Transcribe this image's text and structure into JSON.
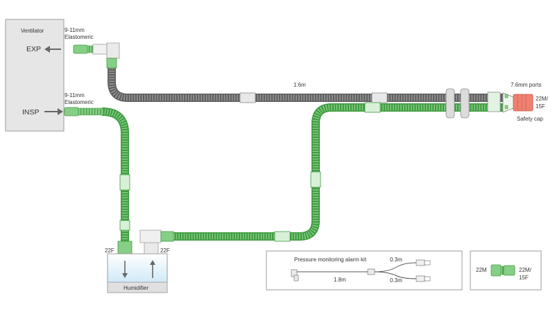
{
  "ventilator": {
    "title": "Ventilator",
    "exp": "EXP",
    "insp": "INSP"
  },
  "connectors": {
    "exp_size_line1": "9-11mm",
    "exp_size_line2": "Elastomeric",
    "insp_size_line1": "9-11mm",
    "insp_size_line2": "Elastomeric"
  },
  "circuit": {
    "length_label": "1.6m",
    "ports_label": "7.6mm ports",
    "patient_conn_line1": "22M/",
    "patient_conn_line2": "15F",
    "safety_cap": "Safety cap"
  },
  "humidifier": {
    "title": "Humidifier",
    "port_left": "22F",
    "port_right": "22F"
  },
  "alarm_kit": {
    "title": "Pressure monitoring alarm kit",
    "main_length": "1.8m",
    "branch_top_length": "0.3m",
    "branch_bottom_length": "0.3m"
  },
  "adapter": {
    "left": "22M",
    "right_line1": "22M/",
    "right_line2": "15F"
  },
  "colors": {
    "green_tube": "#7ec87e",
    "green_dark": "#3f9a3f",
    "grey_tube": "#8e8e8e",
    "grey_dark": "#5e5e5e",
    "box_fill": "#e6e6e6",
    "water": "#cfe8f7",
    "cap": "#f08070"
  }
}
